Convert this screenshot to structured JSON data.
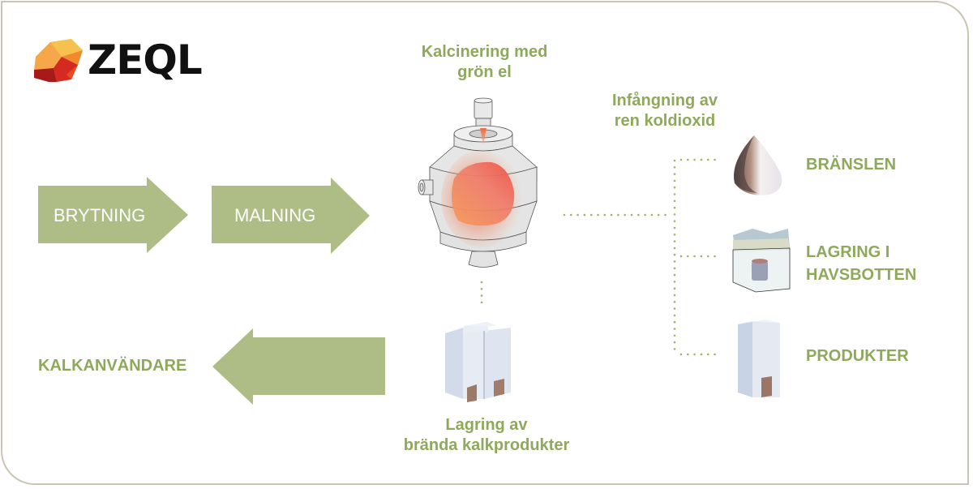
{
  "brand": {
    "name": "ZEQL",
    "colors": {
      "orange": "#f5a21f",
      "dark_orange": "#ea6b1f",
      "red": "#c8201e",
      "text": "#111111"
    }
  },
  "colors": {
    "accent_green": "#8fa95a",
    "arrow_fill": "#adbd85",
    "dot_color": "#9db46a",
    "frame_border": "#c9c4b3"
  },
  "process": {
    "arrows": [
      {
        "label": "BRYTNING",
        "direction": "right"
      },
      {
        "label": "MALNING",
        "direction": "right"
      },
      {
        "label": "",
        "direction": "left"
      }
    ],
    "calcination": {
      "title_line1": "Kalcinering med",
      "title_line2": "grön el",
      "icon": "kiln-icon"
    },
    "storage": {
      "title_line1": "Lagring av",
      "title_line2": "brända kalkprodukter",
      "icon": "silo-icon"
    },
    "end_user": {
      "label": "KALKANVÄNDARE"
    },
    "capture": {
      "title_line1": "Infångning av",
      "title_line2": "ren koldioxid"
    },
    "outputs": [
      {
        "label_line1": "BRÄNSLEN",
        "label_line2": "",
        "icon": "fuel-drop-icon"
      },
      {
        "label_line1": "LAGRING I",
        "label_line2": "HAVSBOTTEN",
        "icon": "seabed-storage-icon"
      },
      {
        "label_line1": "PRODUKTER",
        "label_line2": "",
        "icon": "product-building-icon"
      }
    ]
  }
}
